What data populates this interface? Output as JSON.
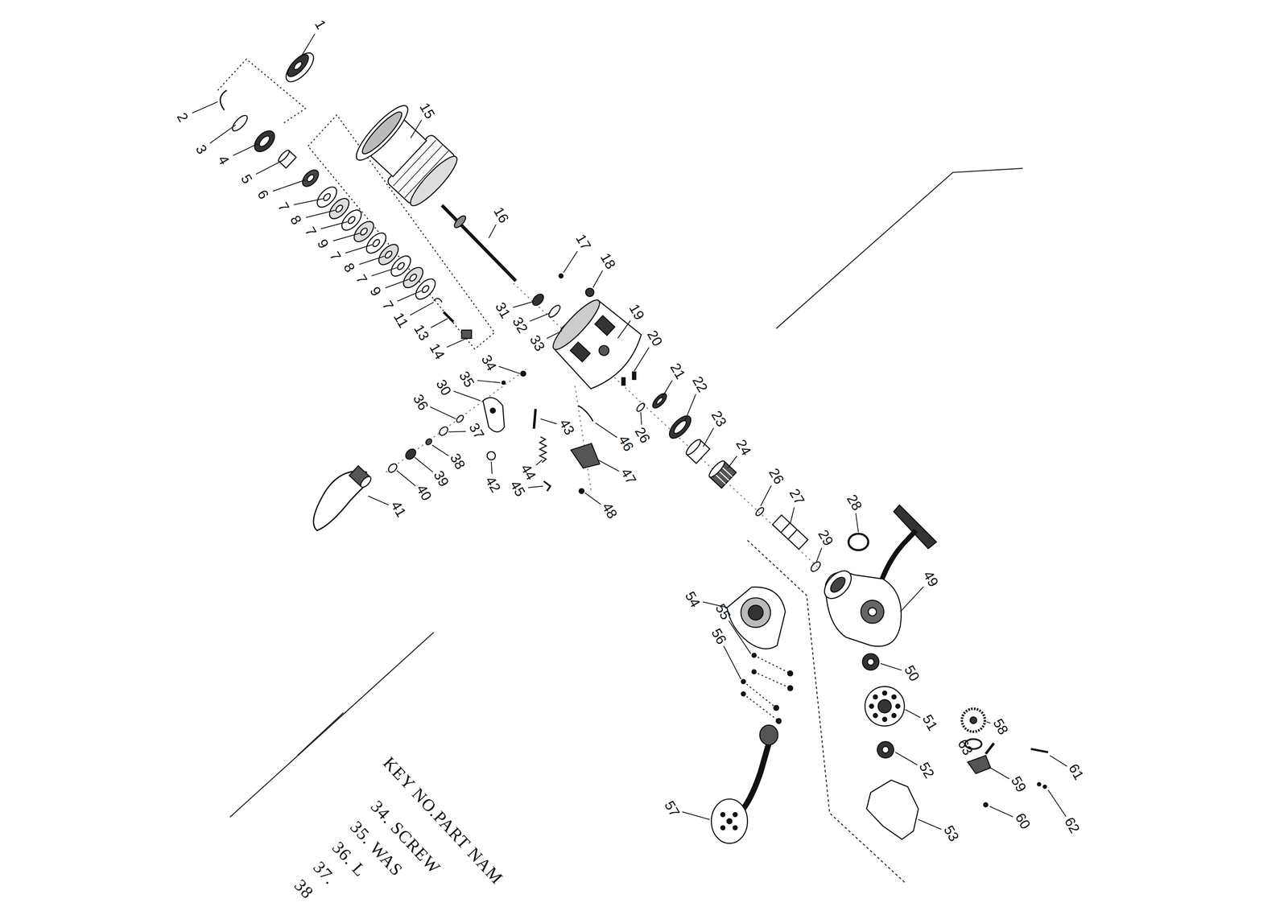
{
  "diagram": {
    "labels": [
      "1",
      "2",
      "3",
      "4",
      "5",
      "6",
      "7",
      "8",
      "7",
      "9",
      "7",
      "8",
      "7",
      "9",
      "7",
      "11",
      "13",
      "14",
      "15",
      "16",
      "17",
      "18",
      "31",
      "32",
      "33",
      "19",
      "20",
      "21",
      "22",
      "23",
      "24",
      "34",
      "35",
      "30",
      "36",
      "37",
      "38",
      "39",
      "40",
      "41",
      "42",
      "43",
      "44",
      "45",
      "46",
      "47",
      "48",
      "26",
      "26",
      "27",
      "28",
      "29",
      "49",
      "54",
      "55",
      "56",
      "50",
      "51",
      "52",
      "53",
      "57",
      "58",
      "63",
      "59",
      "60",
      "61",
      "62",
      "KEY NO.PART NAM",
      "34. SCREW",
      "35. WAS",
      "36. L",
      "37.",
      "38"
    ]
  }
}
